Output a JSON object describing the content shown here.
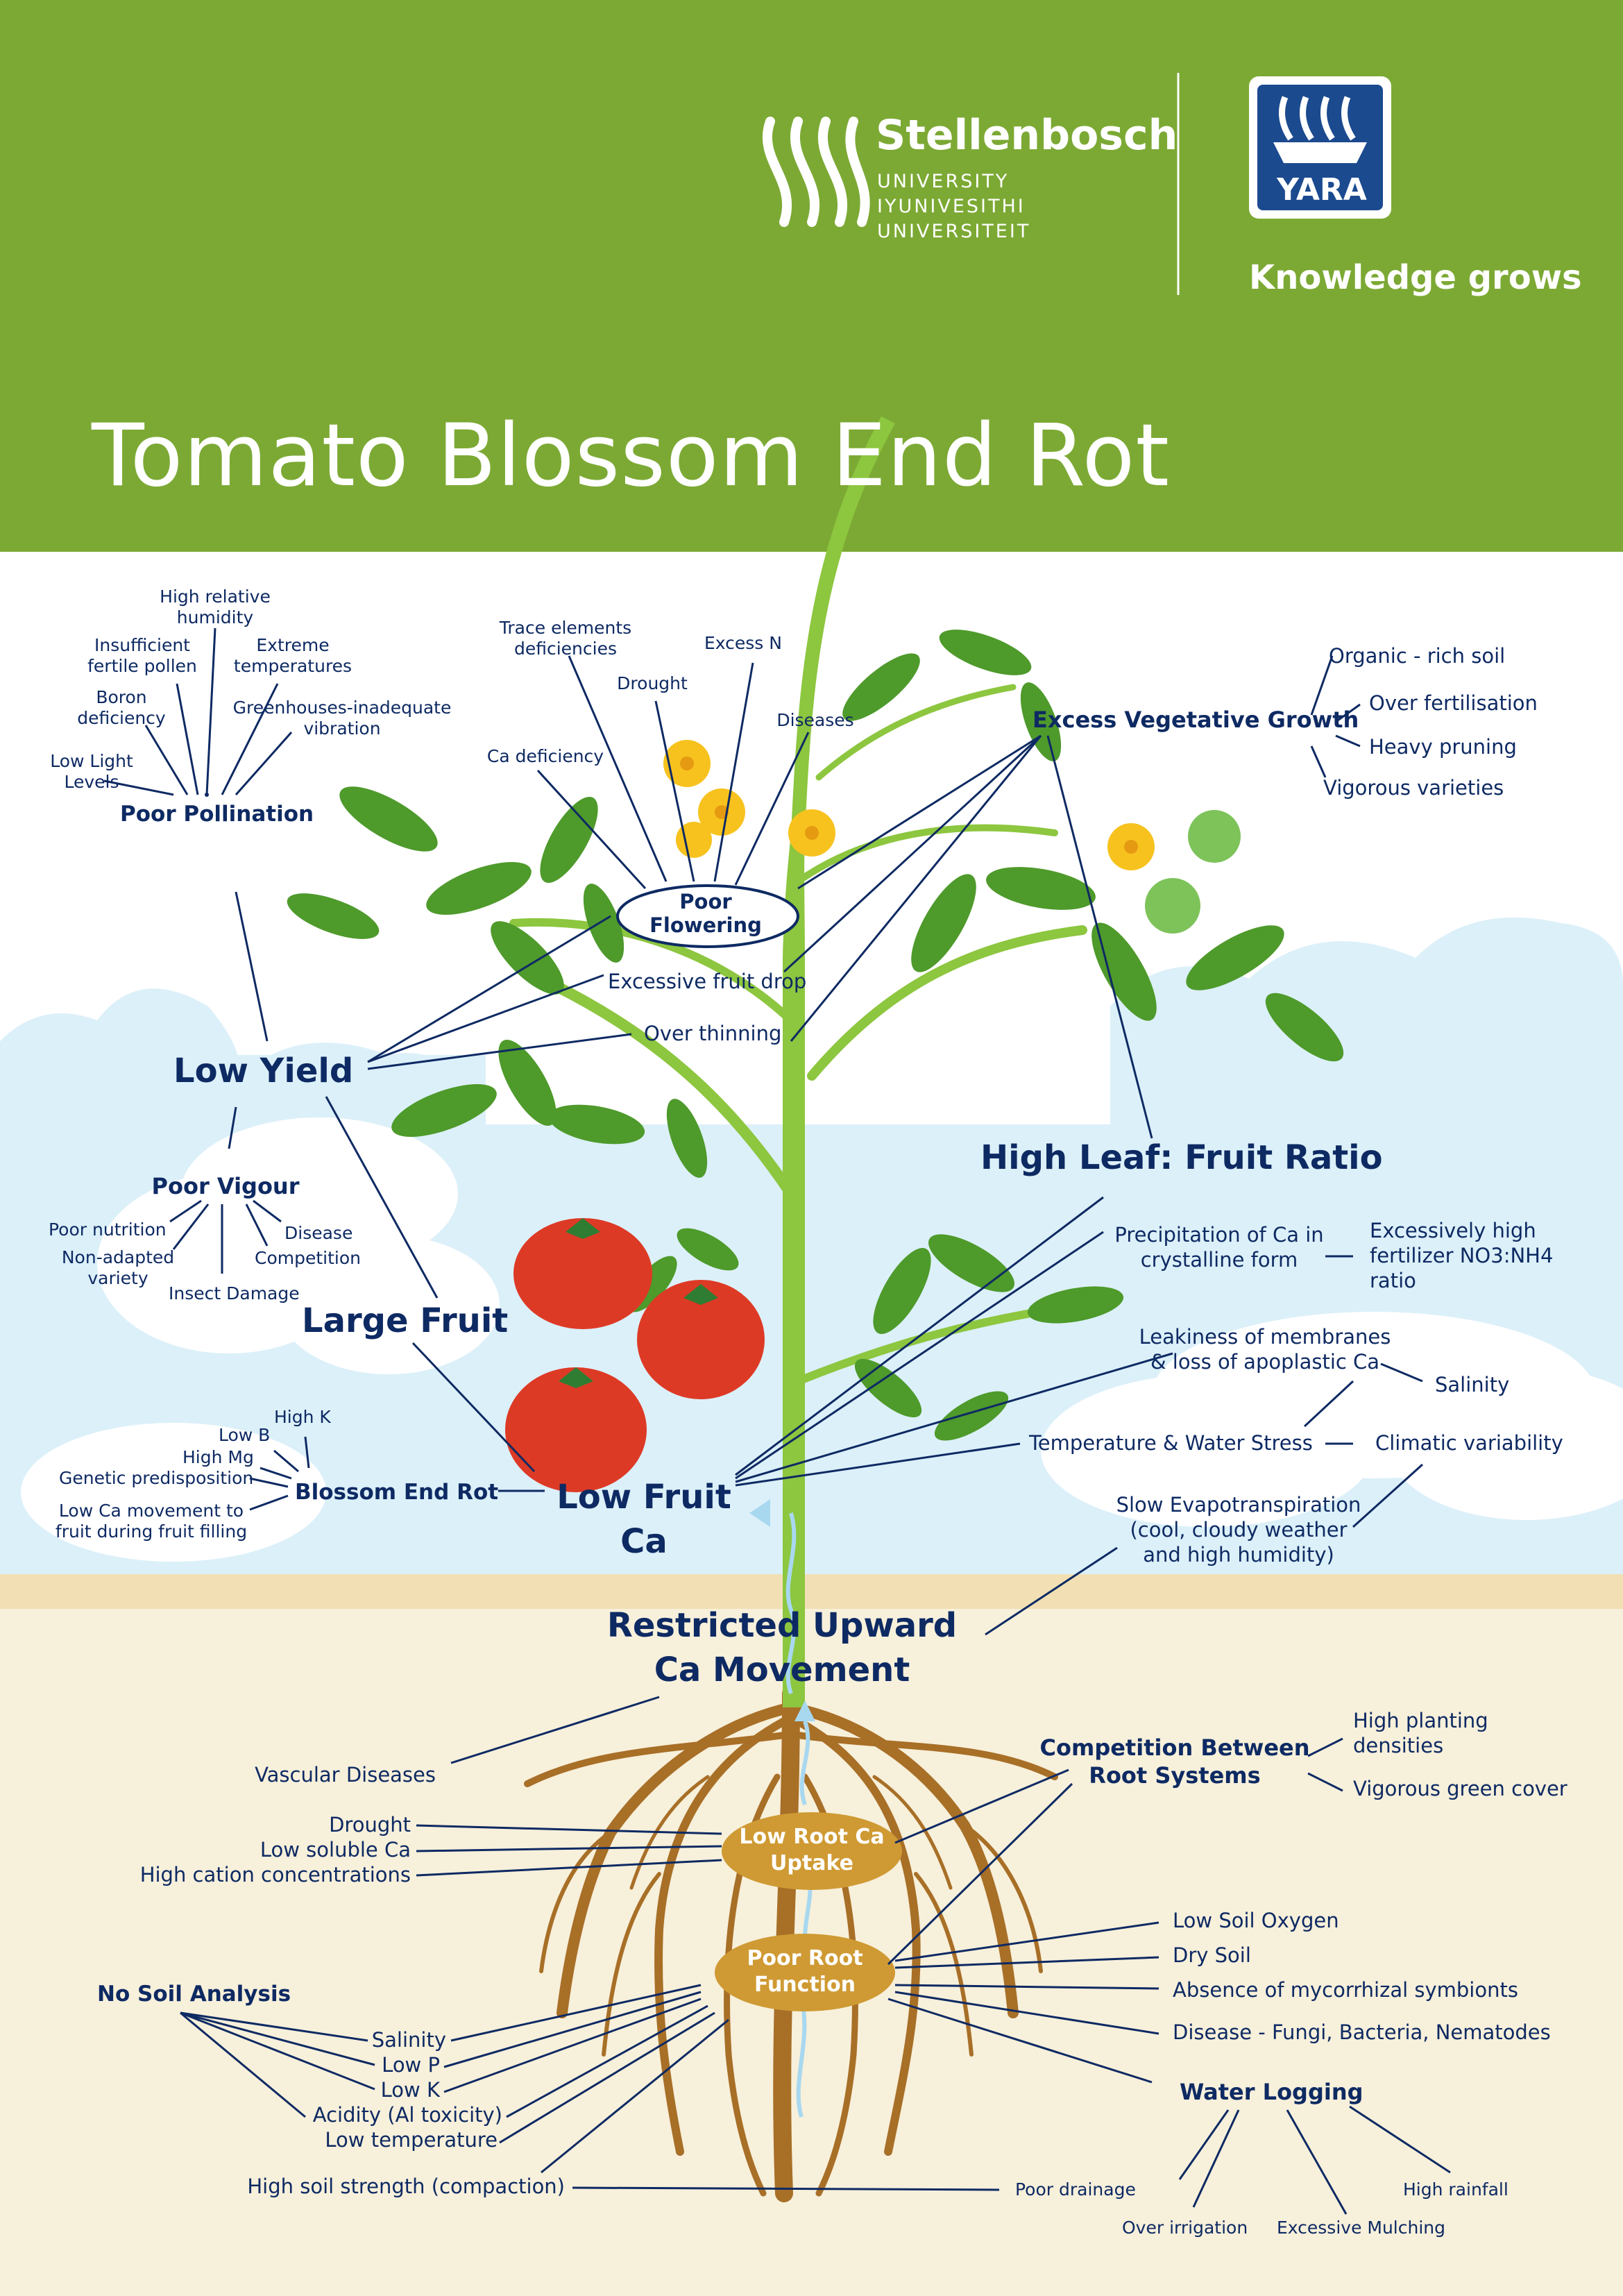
{
  "title": "Tomato Blossom End Rot",
  "header": {
    "university_name": "Stellenbosch",
    "university_sub": [
      "UNIVERSITY",
      "IYUNIVESITHI",
      "UNIVERSITEIT"
    ],
    "brand": "YARA",
    "tagline": "Knowledge grows"
  },
  "colors": {
    "header_green": "#7ca934",
    "label_blue": "#0e2a63",
    "sky": "#dcf0f9",
    "soil": "#f6eed6",
    "root_brown": "#a86f27",
    "node_gold": "#cf9a33",
    "tomato_red": "#dd3a26",
    "leaf_green": "#4e9a2b",
    "yara_blue": "#1b4a8f"
  },
  "labels": {
    "high_relative_humidity": "High relative\nhumidity",
    "insufficient_fertile_pollen": "Insufficient\nfertile pollen",
    "extreme_temperatures": "Extreme\ntemperatures",
    "boron_deficiency": "Boron\ndeficiency",
    "greenhouses_inadequate_vibration": "Greenhouses-inadequate\nvibration",
    "low_light_levels": "Low Light\nLevels",
    "poor_pollination": "Poor Pollination",
    "trace_elements_deficiencies": "Trace elements\ndeficiencies",
    "excess_n": "Excess N",
    "drought_top": "Drought",
    "diseases": "Diseases",
    "ca_deficiency": "Ca deficiency",
    "poor_flowering": "Poor\nFlowering",
    "excess_vegetative_growth": "Excess Vegetative Growth",
    "organic_rich_soil": "Organic - rich soil",
    "over_fertilisation": "Over fertilisation",
    "heavy_pruning": "Heavy pruning",
    "vigorous_varieties": "Vigorous varieties",
    "excessive_fruit_drop": "Excessive fruit drop",
    "over_thinning": "Over thinning",
    "low_yield": "Low Yield",
    "high_leaf_fruit_ratio": "High Leaf: Fruit Ratio",
    "poor_vigour": "Poor Vigour",
    "poor_nutrition": "Poor nutrition",
    "disease": "Disease",
    "non_adapted_variety": "Non-adapted\nvariety",
    "competition": "Competition",
    "insect_damage": "Insect Damage",
    "precipitation_ca": "Precipitation of Ca in\ncrystalline form",
    "excessively_high_fertilizer": "Excessively high\nfertilizer NO3:NH4\nratio",
    "large_fruit": "Large Fruit",
    "leakiness_membranes": "Leakiness of membranes\n& loss of apoplastic Ca",
    "salinity_top": "Salinity",
    "high_k": "High K",
    "low_b": "Low B",
    "high_mg": "High Mg",
    "genetic_predisposition": "Genetic predisposition",
    "temperature_water_stress": "Temperature & Water Stress",
    "climatic_variability": "Climatic variability",
    "blossom_end_rot": "Blossom End Rot",
    "low_fruit_ca": "Low Fruit\nCa",
    "low_ca_movement": "Low Ca movement to\nfruit during fruit filling",
    "slow_evapotranspiration": "Slow Evapotranspiration\n(cool, cloudy weather\nand high humidity)",
    "restricted_upward": "Restricted Upward\nCa Movement",
    "competition_root_systems": "Competition Between\nRoot Systems",
    "high_planting_densities": "High planting\ndensities",
    "vascular_diseases": "Vascular Diseases",
    "vigorous_green_cover": "Vigorous green cover",
    "drought_bottom": "Drought",
    "low_root_ca_uptake": "Low Root Ca\nUptake",
    "low_soluble_ca": "Low soluble Ca",
    "high_cation_concentrations": "High cation concentrations",
    "low_soil_oxygen": "Low Soil Oxygen",
    "dry_soil": "Dry Soil",
    "poor_root_function": "Poor Root\nFunction",
    "absence_mycorrhizal": "Absence of mycorrhizal symbionts",
    "no_soil_analysis": "No Soil Analysis",
    "disease_fungi": "Disease - Fungi, Bacteria, Nematodes",
    "salinity_bottom": "Salinity",
    "low_p": "Low P",
    "low_k": "Low K",
    "water_logging": "Water Logging",
    "acidity": "Acidity (Al toxicity)",
    "low_temperature": "Low temperature",
    "high_soil_strength": "High soil strength (compaction)",
    "poor_drainage": "Poor drainage",
    "high_rainfall": "High rainfall",
    "over_irrigation": "Over irrigation",
    "excessive_mulching": "Excessive Mulching"
  }
}
